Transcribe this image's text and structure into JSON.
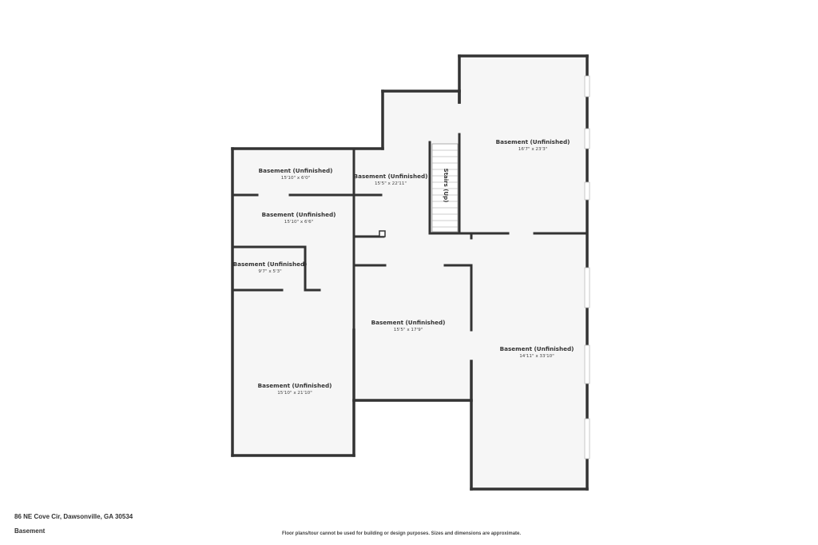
{
  "listing": {
    "address": "86 NE Cove Cir, Dawsonville, GA 30534",
    "level": "Basement",
    "disclaimer": "Floor plans/tour cannot be used for building or design purposes. Sizes and dimensions are approximate."
  },
  "rooms": [
    {
      "id": "room-top-right",
      "label": "Basement (Unfinished)",
      "dims": "16'7\" x 23'3\""
    },
    {
      "id": "room-top-left",
      "label": "Basement (Unfinished)",
      "dims": "15'10\" x 6'0\""
    },
    {
      "id": "room-center-top",
      "label": "Basement (Unfinished)",
      "dims": "15'5\" x 22'11\""
    },
    {
      "id": "room-left-second",
      "label": "Basement (Unfinished)",
      "dims": "15'10\" x 6'6\""
    },
    {
      "id": "room-small",
      "label": "Basement (Unfinished)",
      "dims": "9'7\" x 5'3\""
    },
    {
      "id": "room-center",
      "label": "Basement (Unfinished)",
      "dims": "15'5\" x 17'9\""
    },
    {
      "id": "room-right-large",
      "label": "Basement (Unfinished)",
      "dims": "14'11\" x 33'10\""
    },
    {
      "id": "room-bottom-left",
      "label": "Basement (Unfinished)",
      "dims": "15'10\" x 21'10\""
    }
  ],
  "stairs": {
    "label": "Stairs (Up)"
  }
}
